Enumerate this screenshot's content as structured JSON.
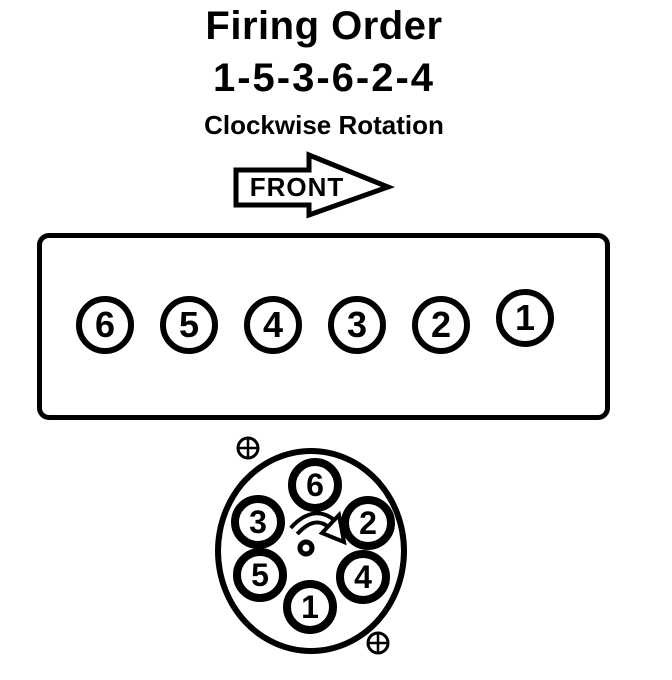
{
  "title": {
    "main": "Firing Order",
    "sequence": "1-5-3-6-2-4",
    "rotation_note": "Clockwise Rotation"
  },
  "front_arrow": {
    "label": "FRONT",
    "direction": "right"
  },
  "cylinder_bank": {
    "cylinders": [
      "6",
      "5",
      "4",
      "3",
      "2",
      "1"
    ]
  },
  "distributor": {
    "rotation_direction": "clockwise",
    "towers": [
      {
        "label": "6",
        "position": "top"
      },
      {
        "label": "3",
        "position": "upper-left"
      },
      {
        "label": "2",
        "position": "upper-right"
      },
      {
        "label": "5",
        "position": "lower-left"
      },
      {
        "label": "4",
        "position": "lower-right"
      },
      {
        "label": "1",
        "position": "bottom"
      }
    ]
  },
  "markers": {
    "top_left": "crosshair",
    "bottom_right": "crosshair"
  },
  "colors": {
    "ink": "#000000",
    "background": "#ffffff"
  }
}
